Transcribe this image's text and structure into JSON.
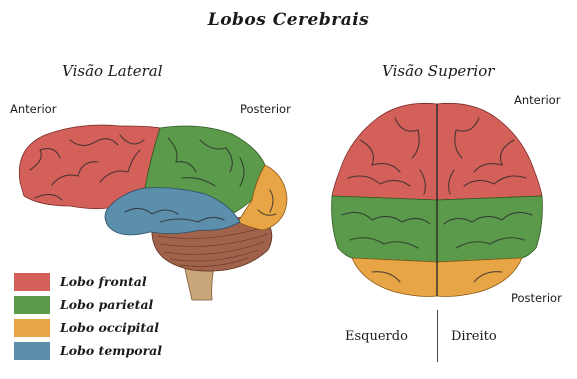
{
  "title": "Lobos Cerebrais",
  "lateral_view": {
    "title": "Visão Lateral",
    "anterior_label": "Anterior",
    "posterior_label": "Posterior"
  },
  "superior_view": {
    "title": "Visão Superior",
    "anterior_label": "Anterior",
    "posterior_label": "Posterior",
    "left_label": "Esquerdo",
    "right_label": "Direito"
  },
  "legend": [
    {
      "label": "Lobo frontal",
      "color": "#d4605a"
    },
    {
      "label": "Lobo parietal",
      "color": "#5a9a4a"
    },
    {
      "label": "Lobo occipital",
      "color": "#e8a545"
    },
    {
      "label": "Lobo temporal",
      "color": "#5b8fab"
    }
  ],
  "colors": {
    "frontal": "#d4605a",
    "parietal": "#5a9a4a",
    "occipital": "#e8a545",
    "temporal": "#5b8fab",
    "cerebellum": "#a0624a",
    "brainstem": "#c9a67a"
  }
}
